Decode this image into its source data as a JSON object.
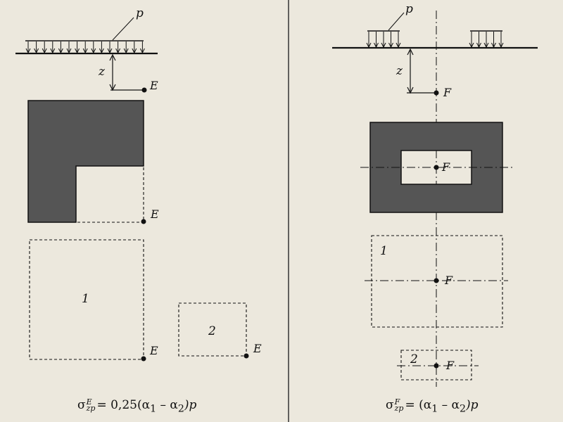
{
  "labels": {
    "load": "p",
    "depth": "z",
    "point_left": "E",
    "point_right": "F",
    "area_1": "1",
    "area_2": "2"
  },
  "formulas": {
    "left": {
      "symbol": "σ",
      "sup": "E",
      "sub": "zp",
      "rhs": "= 0,25(α",
      "a1": "1",
      "minus": " – α",
      "a2": "2",
      "tail": ")p"
    },
    "right": {
      "symbol": "σ",
      "sup": "F",
      "sub": "zp",
      "rhs": "= (α",
      "a1": "1",
      "minus": " – α",
      "a2": "2",
      "tail": ")p"
    }
  },
  "colors": {
    "ink": "#111111",
    "hatch": "#555555",
    "background": "#ece8dd"
  }
}
